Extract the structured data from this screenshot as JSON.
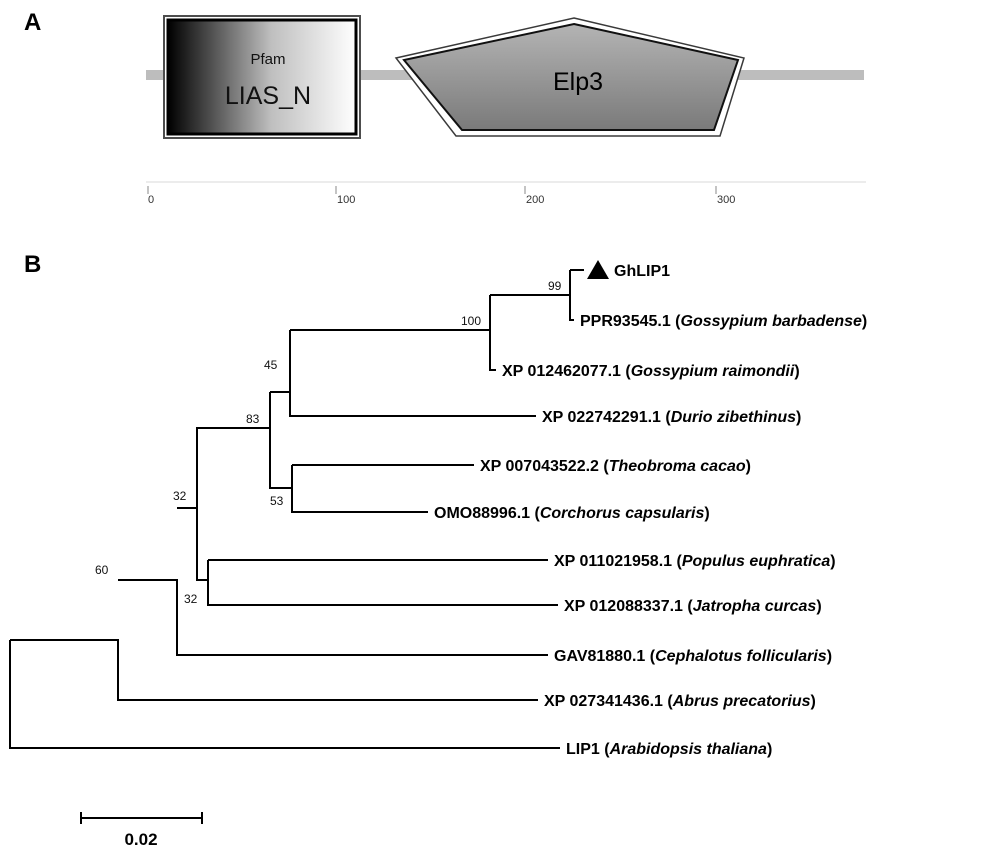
{
  "panel_a": {
    "label": "A",
    "domain_1": {
      "source": "Pfam",
      "name": "LIAS_N"
    },
    "domain_2": {
      "name": "Elp3"
    },
    "axis_ticks": [
      "0",
      "100",
      "200",
      "300"
    ]
  },
  "panel_b": {
    "label": "B",
    "marker": "triangle",
    "leaves": [
      {
        "id": "GhLIP1",
        "species": ""
      },
      {
        "id": "PPR93545.1",
        "species": "Gossypium barbadense"
      },
      {
        "id": "XP 012462077.1",
        "species": "Gossypium raimondii"
      },
      {
        "id": "XP 022742291.1",
        "species": "Durio zibethinus"
      },
      {
        "id": "XP 007043522.2",
        "species": "Theobroma cacao"
      },
      {
        "id": "OMO88996.1",
        "species": "Corchorus capsularis"
      },
      {
        "id": "XP 011021958.1",
        "species": "Populus euphratica"
      },
      {
        "id": "XP 012088337.1",
        "species": "Jatropha curcas"
      },
      {
        "id": "GAV81880.1",
        "species": "Cephalotus follicularis"
      },
      {
        "id": "XP 027341436.1",
        "species": "Abrus precatorius"
      },
      {
        "id": "LIP1",
        "species": "Arabidopsis thaliana"
      }
    ],
    "bootstrap": [
      "99",
      "100",
      "45",
      "83",
      "53",
      "32",
      "32",
      "60"
    ],
    "scale_bar": "0.02"
  }
}
